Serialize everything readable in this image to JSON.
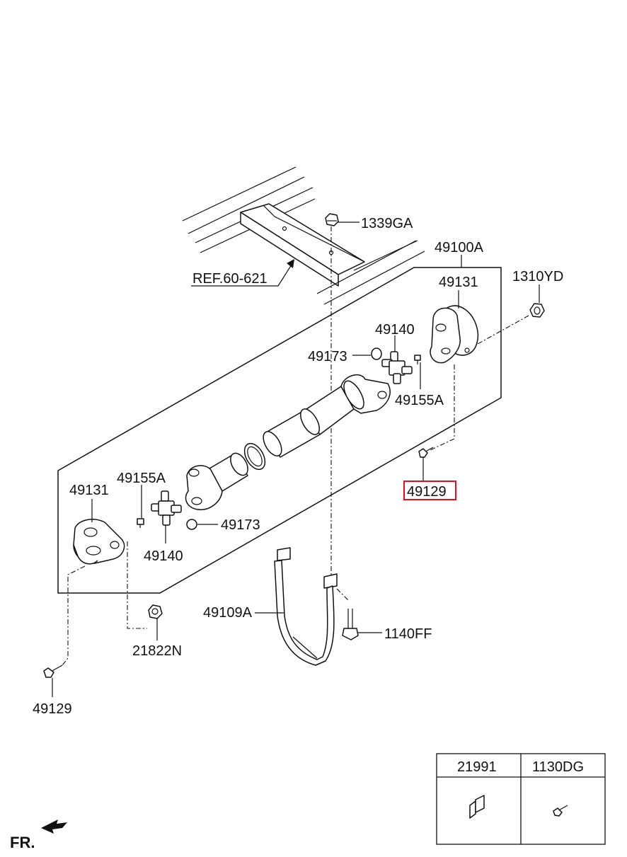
{
  "labels": {
    "p1339GA": "1339GA",
    "ref": "REF.60-621",
    "p49100A": "49100A",
    "p1310YD": "1310YD",
    "p49131_top": "49131",
    "p49140_top": "49140",
    "p49173_top": "49173",
    "p49155A_top": "49155A",
    "p49129_hl": "49129",
    "p49155A_left": "49155A",
    "p49131_left": "49131",
    "p49173_left": "49173",
    "p49140_left": "49140",
    "p49109A": "49109A",
    "p1140FF": "1140FF",
    "p21822N": "21822N",
    "p49129_bottom": "49129",
    "fr": "FR."
  },
  "table": {
    "headers": [
      "21991",
      "1130DG"
    ]
  },
  "colors": {
    "line": "#111111",
    "highlight": "#e0101a",
    "background": "#ffffff"
  }
}
